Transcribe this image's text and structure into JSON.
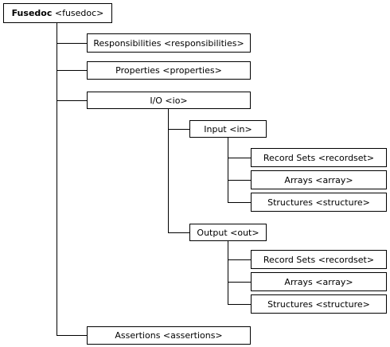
{
  "root": {
    "name": "Fusedoc",
    "tag": "<fusedoc>"
  },
  "nodes": {
    "responsibilities": "Responsibilities <responsibilities>",
    "properties": "Properties <properties>",
    "io": "I/O <io>",
    "input": "Input <in>",
    "input_recordset": "Record Sets <recordset>",
    "input_array": "Arrays <array>",
    "input_structure": "Structures <structure>",
    "output": "Output <out>",
    "output_recordset": "Record Sets <recordset>",
    "output_array": "Arrays <array>",
    "output_structure": "Structures <structure>",
    "assertions": "Assertions <assertions>"
  },
  "colors": {
    "line": "#000000",
    "box_border": "#000000",
    "background": "#ffffff"
  }
}
